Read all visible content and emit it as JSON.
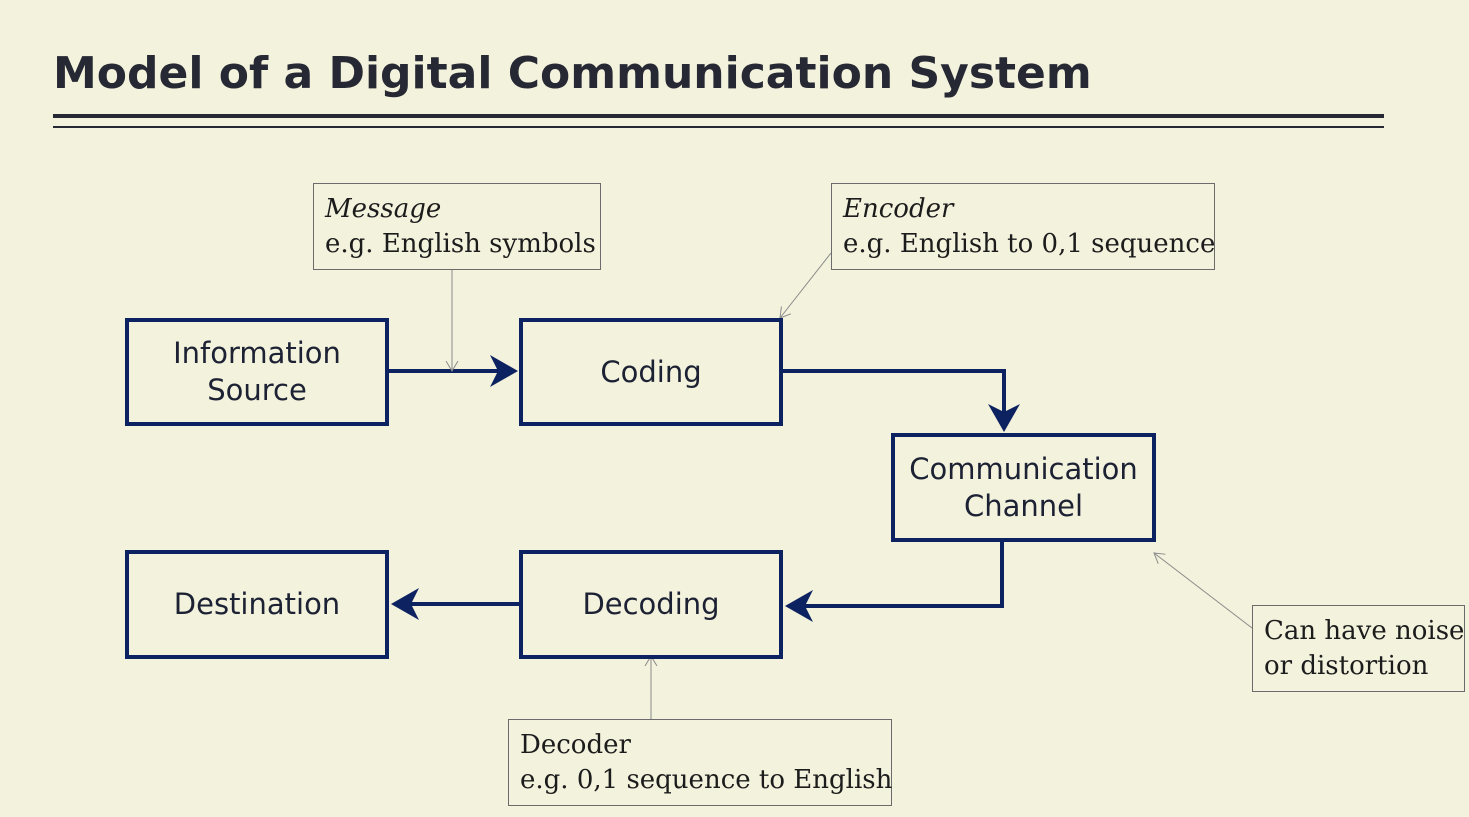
{
  "title": "Model of a Digital Communication System",
  "blocks": {
    "information_source": [
      "Information",
      "Source"
    ],
    "coding": "Coding",
    "communication_channel": [
      "Communication",
      "Channel"
    ],
    "decoding": "Decoding",
    "destination": "Destination"
  },
  "notes": {
    "message": {
      "heading": "Message",
      "detail": "e.g. English symbols"
    },
    "encoder": {
      "heading": "Encoder",
      "detail": "e.g. English to 0,1 sequence"
    },
    "noise": {
      "line1": "Can have noise",
      "line2": "or distortion"
    },
    "decoder": {
      "heading": "Decoder",
      "detail": "e.g. 0,1 sequence to English"
    }
  },
  "colors": {
    "background": "#f3f2dd",
    "block_border": "#0d2260",
    "flow_arrow": "#0d2260",
    "callout_line": "#8a8a8a",
    "title_text": "#262833"
  }
}
